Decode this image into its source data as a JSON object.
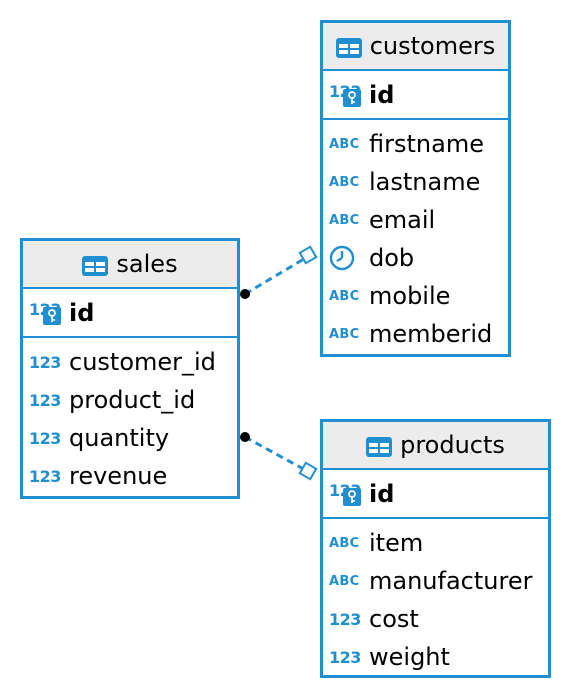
{
  "colors": {
    "accent": "#1f8fd1",
    "header_bg": "#ececec"
  },
  "entities": {
    "customers": {
      "name": "customers",
      "pk": {
        "icon": "numeric-key-icon",
        "type_label": "123",
        "name": "id"
      },
      "columns": [
        {
          "type": "ABC",
          "name": "firstname"
        },
        {
          "type": "ABC",
          "name": "lastname"
        },
        {
          "type": "ABC",
          "name": "email"
        },
        {
          "type": "clock",
          "name": "dob"
        },
        {
          "type": "ABC",
          "name": "mobile"
        },
        {
          "type": "ABC",
          "name": "memberid"
        }
      ]
    },
    "sales": {
      "name": "sales",
      "pk": {
        "icon": "numeric-key-icon",
        "type_label": "123",
        "name": "id"
      },
      "columns": [
        {
          "type": "123",
          "name": "customer_id"
        },
        {
          "type": "123",
          "name": "product_id"
        },
        {
          "type": "123",
          "name": "quantity"
        },
        {
          "type": "123",
          "name": "revenue"
        }
      ]
    },
    "products": {
      "name": "products",
      "pk": {
        "icon": "numeric-key-icon",
        "type_label": "123",
        "name": "id"
      },
      "columns": [
        {
          "type": "ABC",
          "name": "item"
        },
        {
          "type": "ABC",
          "name": "manufacturer"
        },
        {
          "type": "123",
          "name": "cost"
        },
        {
          "type": "123",
          "name": "weight"
        }
      ]
    }
  },
  "relations": [
    {
      "from": "sales",
      "to": "customers"
    },
    {
      "from": "sales",
      "to": "products"
    }
  ]
}
